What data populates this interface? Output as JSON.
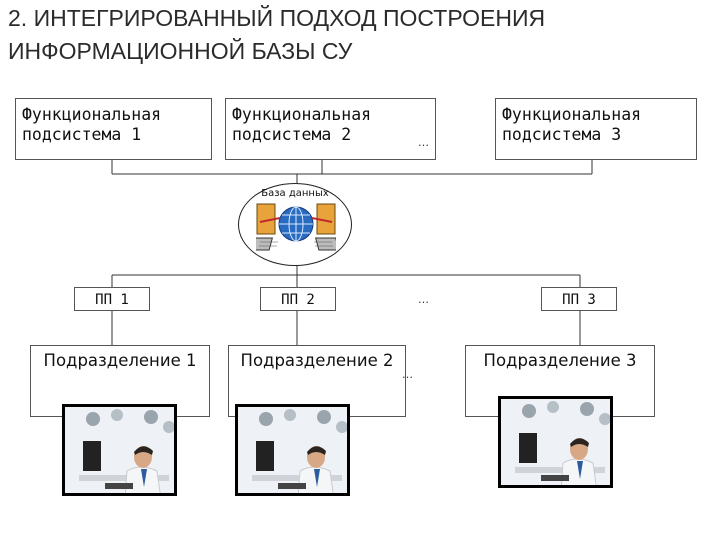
{
  "title": "2. ИНТЕГРИРОВАННЫЙ ПОДХОД ПОСТРОЕНИЯ ИНФОРМАЦИОННОЙ БАЗЫ СУ",
  "subsystems": [
    {
      "label": "Функциональная\nподсистема 1"
    },
    {
      "label": "Функциональная\nподсистема 2"
    },
    {
      "label": "Функциональная\nподсистема 3"
    }
  ],
  "ellipsis": "…",
  "database": {
    "label": "База данных",
    "icon": "database-globe-icon"
  },
  "pp": [
    {
      "label": "ПП 1"
    },
    {
      "label": "ПП 2"
    },
    {
      "label": "ПП 3"
    }
  ],
  "departments": [
    {
      "label": "Подразделение 1"
    },
    {
      "label": "Подразделение 2"
    },
    {
      "label": "Подразделение 3"
    }
  ],
  "photo_icon": "operator-at-computer-photo"
}
